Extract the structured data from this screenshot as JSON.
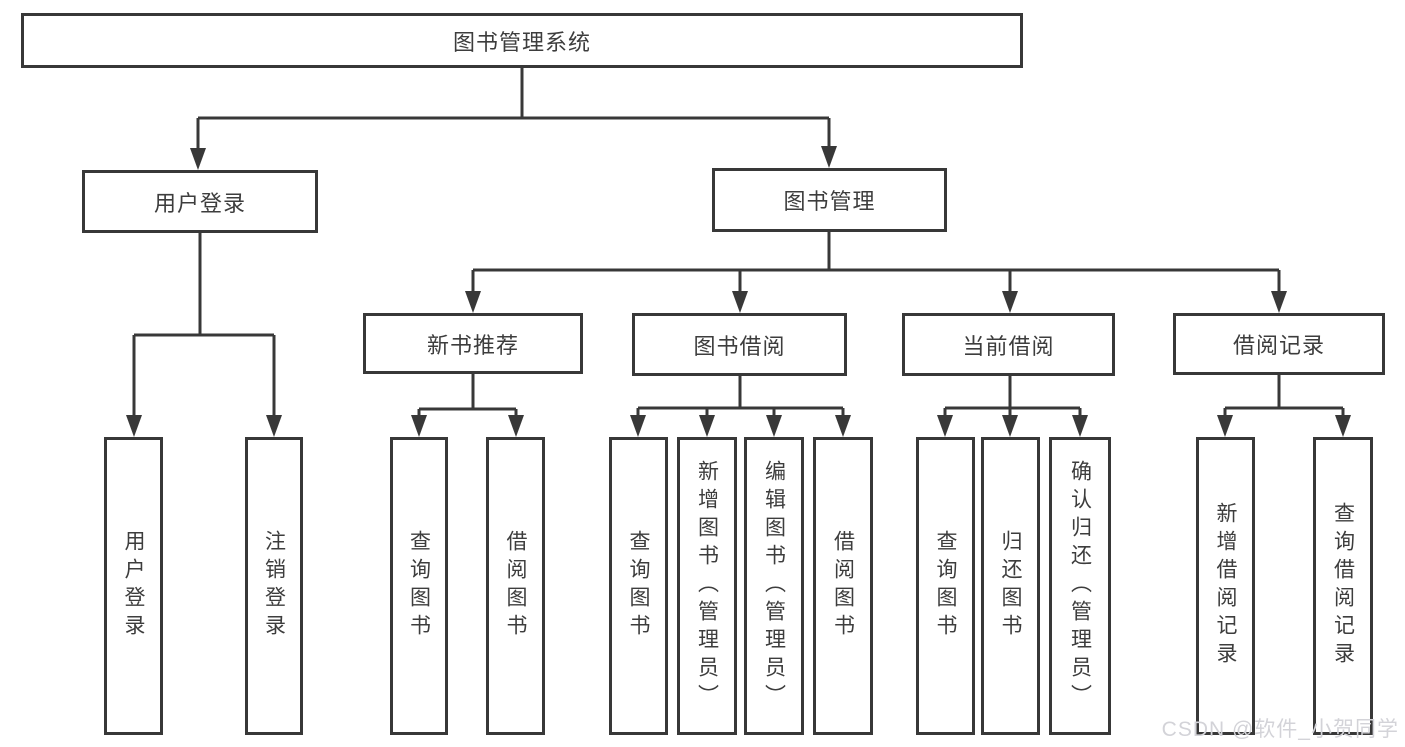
{
  "diagram": {
    "root": {
      "label": "图书管理系统"
    },
    "branches": [
      {
        "label": "用户登录",
        "children": [
          {
            "label": "用户登录"
          },
          {
            "label": "注销登录"
          }
        ]
      },
      {
        "label": "图书管理",
        "children": [
          {
            "label": "新书推荐",
            "children": [
              {
                "label": "查询图书"
              },
              {
                "label": "借阅图书"
              }
            ]
          },
          {
            "label": "图书借阅",
            "children": [
              {
                "label": "查询图书"
              },
              {
                "label": "新增图书（管理员）"
              },
              {
                "label": "编辑图书（管理员）"
              },
              {
                "label": "借阅图书"
              }
            ]
          },
          {
            "label": "当前借阅",
            "children": [
              {
                "label": "查询图书"
              },
              {
                "label": "归还图书"
              },
              {
                "label": "确认归还（管理员）"
              }
            ]
          },
          {
            "label": "借阅记录",
            "children": [
              {
                "label": "新增借阅记录"
              },
              {
                "label": "查询借阅记录"
              }
            ]
          }
        ]
      }
    ],
    "colors": {
      "line": "#383838",
      "text": "#3d3d3d",
      "background": "#ffffff",
      "watermark": "#d3d3d8"
    },
    "watermark": "CSDN @软件_小贺同学"
  }
}
